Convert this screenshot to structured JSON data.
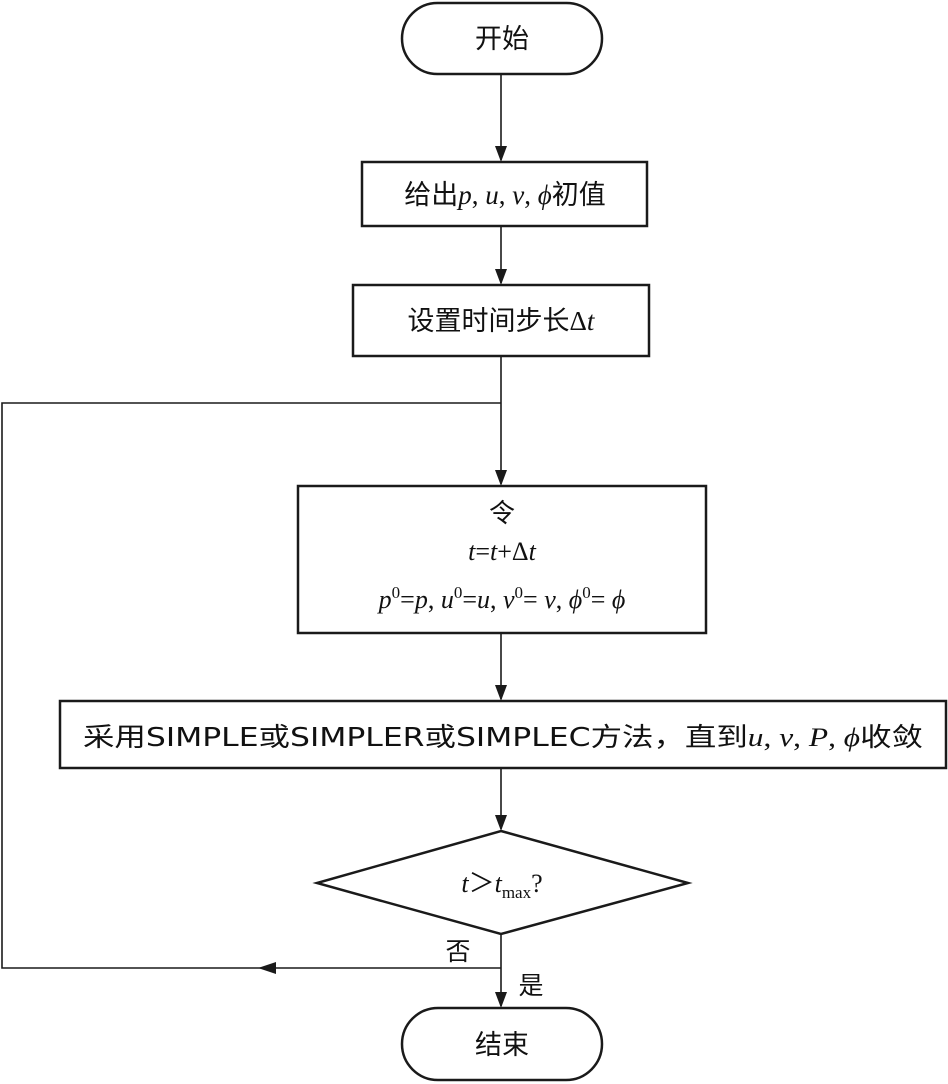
{
  "diagram": {
    "type": "flowchart",
    "nodes": {
      "start": {
        "shape": "terminator",
        "text": "开始"
      },
      "init": {
        "shape": "process",
        "prefix": "给出",
        "vars": [
          "p",
          "u",
          "v",
          "ϕ"
        ],
        "suffix": "初值"
      },
      "timestep": {
        "shape": "process",
        "prefix": "设置时间步长",
        "delta": "Δ",
        "var": "t"
      },
      "update": {
        "shape": "process",
        "line1": "令",
        "line2": {
          "lhs": "t",
          "eq": "=",
          "rhs_var": "t",
          "plus": "+",
          "delta": "Δ",
          "delta_var": "t"
        },
        "line3": [
          {
            "var": "p",
            "sup": "0",
            "eq": "=",
            "rhs": "p"
          },
          {
            "var": "u",
            "sup": "0",
            "eq": "=",
            "rhs": "u"
          },
          {
            "var": "v",
            "sup": "0",
            "eq": "= ",
            "rhs": "v"
          },
          {
            "var": "ϕ",
            "sup": "0",
            "eq": "= ",
            "rhs": "ϕ"
          }
        ]
      },
      "solve": {
        "shape": "process",
        "prefix": "采用SIMPLE或SIMPLER或SIMPLEC方法，直到",
        "vars": [
          "u",
          "v",
          "P",
          "ϕ"
        ],
        "suffix": "收敛"
      },
      "decision": {
        "shape": "decision",
        "var": "t",
        "op": "＞",
        "rhs_var": "t",
        "rhs_sub": "max",
        "tail": "?"
      },
      "end": {
        "shape": "terminator",
        "text": "结束"
      }
    },
    "edges": [
      {
        "from": "start",
        "to": "init"
      },
      {
        "from": "init",
        "to": "timestep"
      },
      {
        "from": "timestep",
        "to": "update"
      },
      {
        "from": "update",
        "to": "solve"
      },
      {
        "from": "solve",
        "to": "decision"
      },
      {
        "from": "decision",
        "to": "end",
        "label": "是"
      },
      {
        "from": "decision",
        "to": "update",
        "label": "否"
      }
    ],
    "labels": {
      "yes": "是",
      "no": "否"
    }
  }
}
